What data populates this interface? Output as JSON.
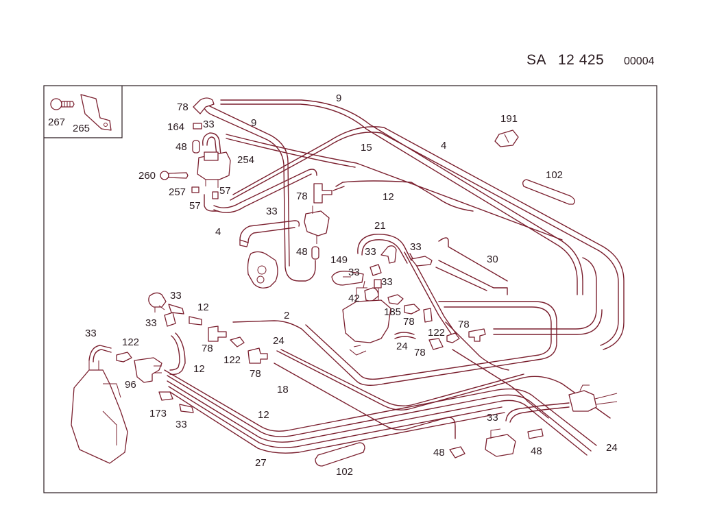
{
  "header": {
    "prefix": "SA",
    "number": "12 425",
    "code": "00004"
  },
  "callouts": [
    {
      "id": "c267",
      "text": "267"
    },
    {
      "id": "c265",
      "text": "265"
    },
    {
      "id": "c78a",
      "text": "78"
    },
    {
      "id": "c9a",
      "text": "9"
    },
    {
      "id": "c9b",
      "text": "9"
    },
    {
      "id": "c164",
      "text": "164"
    },
    {
      "id": "c33a",
      "text": "33"
    },
    {
      "id": "c48a",
      "text": "48"
    },
    {
      "id": "c254",
      "text": "254"
    },
    {
      "id": "c260",
      "text": "260"
    },
    {
      "id": "c257",
      "text": "257"
    },
    {
      "id": "c57a",
      "text": "57"
    },
    {
      "id": "c57b",
      "text": "57"
    },
    {
      "id": "c4a",
      "text": "4"
    },
    {
      "id": "c4b",
      "text": "4"
    },
    {
      "id": "c15",
      "text": "15"
    },
    {
      "id": "c191",
      "text": "191"
    },
    {
      "id": "c102a",
      "text": "102"
    },
    {
      "id": "c12a",
      "text": "12"
    },
    {
      "id": "c78b",
      "text": "78"
    },
    {
      "id": "c33b",
      "text": "33"
    },
    {
      "id": "c48b",
      "text": "48"
    },
    {
      "id": "c21",
      "text": "21"
    },
    {
      "id": "c149",
      "text": "149"
    },
    {
      "id": "c33c",
      "text": "33"
    },
    {
      "id": "c33d",
      "text": "33"
    },
    {
      "id": "c33e",
      "text": "33"
    },
    {
      "id": "c33f",
      "text": "33"
    },
    {
      "id": "c30",
      "text": "30"
    },
    {
      "id": "c42",
      "text": "42"
    },
    {
      "id": "c185",
      "text": "185"
    },
    {
      "id": "c78c",
      "text": "78"
    },
    {
      "id": "c78d",
      "text": "78"
    },
    {
      "id": "c122a",
      "text": "122"
    },
    {
      "id": "c24a",
      "text": "24"
    },
    {
      "id": "c78e",
      "text": "78"
    },
    {
      "id": "c33g",
      "text": "33"
    },
    {
      "id": "c12b",
      "text": "12"
    },
    {
      "id": "c33h",
      "text": "33"
    },
    {
      "id": "c2",
      "text": "2"
    },
    {
      "id": "c78f",
      "text": "78"
    },
    {
      "id": "c122b",
      "text": "122"
    },
    {
      "id": "c24b",
      "text": "24"
    },
    {
      "id": "c78g",
      "text": "78"
    },
    {
      "id": "c33i",
      "text": "33"
    },
    {
      "id": "c122c",
      "text": "122"
    },
    {
      "id": "c12c",
      "text": "12"
    },
    {
      "id": "c96",
      "text": "96"
    },
    {
      "id": "c18",
      "text": "18"
    },
    {
      "id": "c173",
      "text": "173"
    },
    {
      "id": "c12d",
      "text": "12"
    },
    {
      "id": "c33j",
      "text": "33"
    },
    {
      "id": "c27",
      "text": "27"
    },
    {
      "id": "c102b",
      "text": "102"
    },
    {
      "id": "c33k",
      "text": "33"
    },
    {
      "id": "c48c",
      "text": "48"
    },
    {
      "id": "c48d",
      "text": "48"
    },
    {
      "id": "c24c",
      "text": "24"
    }
  ],
  "colors": {
    "line": "#7a1f2e",
    "text": "#2a1b20",
    "background": "#ffffff"
  }
}
